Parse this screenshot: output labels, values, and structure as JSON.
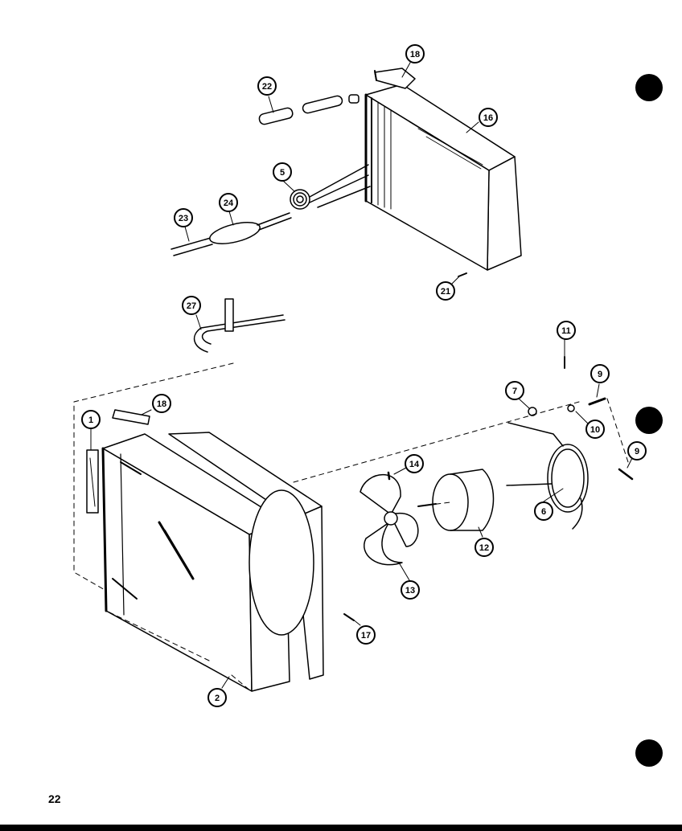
{
  "page": {
    "number": "22",
    "ink_color": "#000000",
    "paper_color": "#ffffff"
  },
  "callouts": [
    {
      "id": "c18a",
      "label": "18"
    },
    {
      "id": "c22",
      "label": "22"
    },
    {
      "id": "c16",
      "label": "16"
    },
    {
      "id": "c5",
      "label": "5"
    },
    {
      "id": "c24",
      "label": "24"
    },
    {
      "id": "c23",
      "label": "23"
    },
    {
      "id": "c21",
      "label": "21"
    },
    {
      "id": "c27",
      "label": "27"
    },
    {
      "id": "c11",
      "label": "11"
    },
    {
      "id": "c9a",
      "label": "9"
    },
    {
      "id": "c7",
      "label": "7"
    },
    {
      "id": "c10",
      "label": "10"
    },
    {
      "id": "c18b",
      "label": "18"
    },
    {
      "id": "c1",
      "label": "1"
    },
    {
      "id": "c9b",
      "label": "9"
    },
    {
      "id": "c14",
      "label": "14"
    },
    {
      "id": "c6",
      "label": "6"
    },
    {
      "id": "c12",
      "label": "12"
    },
    {
      "id": "c13",
      "label": "13"
    },
    {
      "id": "c17",
      "label": "17"
    },
    {
      "id": "c2",
      "label": "2"
    }
  ]
}
